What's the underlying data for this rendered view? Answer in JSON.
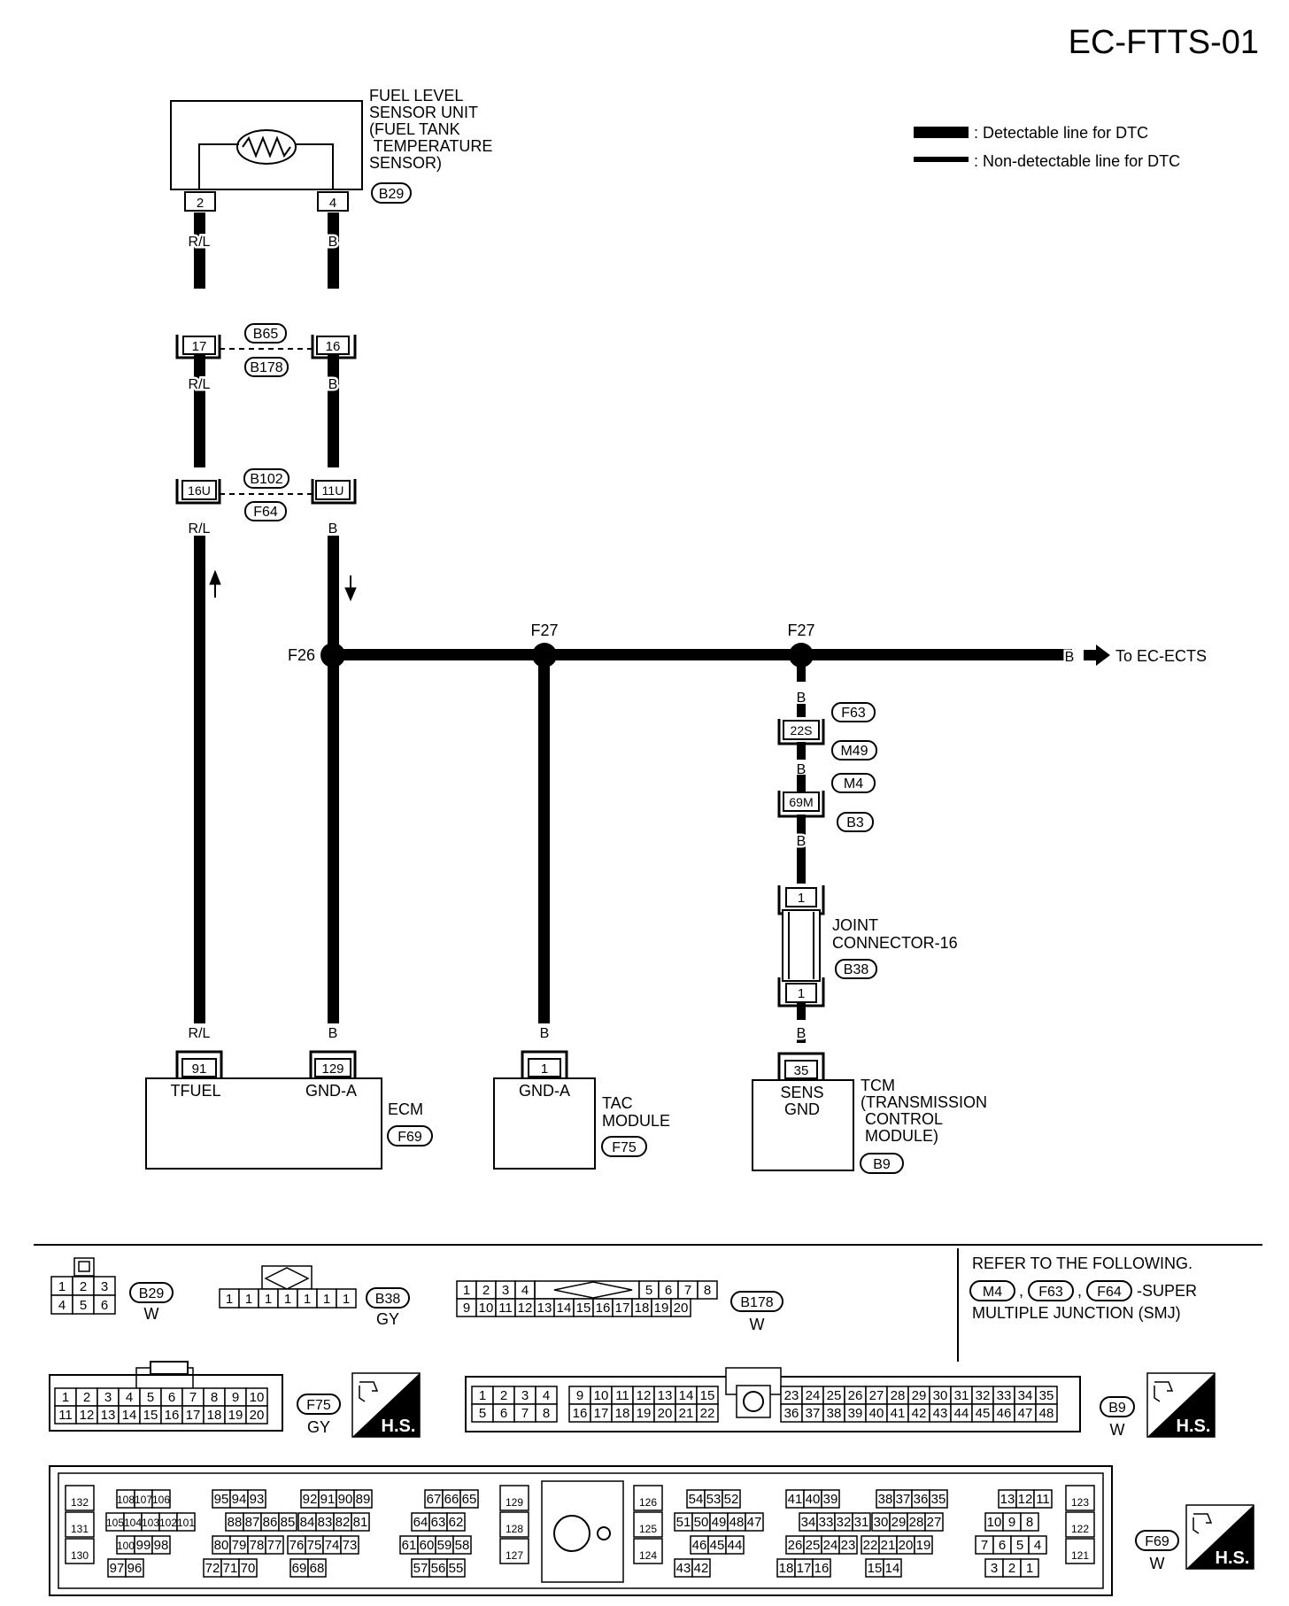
{
  "title": "EC-FTTS-01",
  "legend": {
    "detectable": ": Detectable line for DTC",
    "non_detectable": ": Non-detectable line for DTC"
  },
  "sensor": {
    "name_lines": [
      "FUEL LEVEL",
      "SENSOR UNIT",
      "(FUEL TANK",
      " TEMPERATURE",
      "SENSOR)"
    ],
    "connector": "B29",
    "pins": [
      "2",
      "4"
    ]
  },
  "wire_colors": {
    "left": "R/L",
    "right": "B",
    "ground": "B"
  },
  "inline_connectors": [
    {
      "pins": [
        "17",
        "16"
      ],
      "ids": [
        "B65",
        "B178"
      ]
    },
    {
      "pins": [
        "16U",
        "11U"
      ],
      "ids": [
        "B102",
        "F64"
      ]
    }
  ],
  "splices": {
    "f26": "F26",
    "f27a": "F27",
    "f27b": "F27"
  },
  "to_ects": "To EC-ECTS",
  "tcm_path": {
    "conn1": {
      "pin": "22S",
      "ids": [
        "F63",
        "M49"
      ]
    },
    "conn2": {
      "pin": "69M",
      "ids": [
        "M4",
        "B3"
      ]
    },
    "joint": {
      "lines": [
        "JOINT",
        "CONNECTOR-16"
      ],
      "id": "B38",
      "pins": [
        "1",
        "1"
      ]
    }
  },
  "ecm": {
    "name": "ECM",
    "conn": "F69",
    "pins": [
      "91",
      "129"
    ],
    "terms": [
      "TFUEL",
      "GND-A"
    ]
  },
  "tac": {
    "name_lines": [
      "TAC",
      "MODULE"
    ],
    "conn": "F75",
    "pin": "1",
    "term": "GND-A"
  },
  "tcm": {
    "name_lines": [
      "TCM",
      "(TRANSMISSION",
      " CONTROL",
      " MODULE)"
    ],
    "conn": "B9",
    "pin": "35",
    "term_lines": [
      "SENS",
      "GND"
    ]
  },
  "refer": {
    "line1": "REFER TO THE FOLLOWING.",
    "ids": [
      "M4",
      "F63",
      "F64"
    ],
    "line2_suffix": "-SUPER",
    "line3": "MULTIPLE JUNCTION (SMJ)"
  },
  "connector_views": [
    {
      "id": "B29",
      "color": "W",
      "rows": [
        [
          "1",
          "2",
          "3"
        ],
        [
          "4",
          "5",
          "6"
        ]
      ]
    },
    {
      "id": "B38",
      "color": "GY",
      "rows": [
        [
          "1",
          "1",
          "1",
          "1",
          "1",
          "1",
          "1"
        ]
      ]
    },
    {
      "id": "B178",
      "color": "W",
      "rows": [
        [
          "1",
          "2",
          "3",
          "4",
          "5",
          "6",
          "7",
          "8"
        ],
        [
          "9",
          "10",
          "11",
          "12",
          "13",
          "14",
          "15",
          "16",
          "17",
          "18",
          "19",
          "20"
        ]
      ]
    },
    {
      "id": "F75",
      "color": "GY",
      "rows": [
        [
          "1",
          "2",
          "3",
          "4",
          "5",
          "6",
          "7",
          "8",
          "9",
          "10"
        ],
        [
          "11",
          "12",
          "13",
          "14",
          "15",
          "16",
          "17",
          "18",
          "19",
          "20"
        ]
      ]
    },
    {
      "id": "B9",
      "color": "W",
      "rows": [
        [
          "1",
          "2",
          "3",
          "4",
          "9",
          "10",
          "11",
          "12",
          "13",
          "14",
          "15",
          "23",
          "24",
          "25",
          "26",
          "27",
          "28",
          "29",
          "30",
          "31",
          "32",
          "33",
          "34",
          "35"
        ],
        [
          "5",
          "6",
          "7",
          "8",
          "16",
          "17",
          "18",
          "19",
          "20",
          "21",
          "22",
          "36",
          "37",
          "38",
          "39",
          "40",
          "41",
          "42",
          "43",
          "44",
          "45",
          "46",
          "47",
          "48"
        ]
      ]
    },
    {
      "id": "F69",
      "color": "W"
    }
  ],
  "hs_label": "H.S.",
  "f69_groups": [
    [
      "132",
      "131",
      "130"
    ],
    [
      "108",
      "107",
      "106",
      "105",
      "104",
      "103",
      "102",
      "101",
      "100",
      "99",
      "98",
      "97",
      "96"
    ],
    [
      "95",
      "94",
      "93",
      "92",
      "91",
      "90",
      "89",
      "88",
      "87",
      "86",
      "85",
      "84",
      "83",
      "82",
      "81",
      "80",
      "79",
      "78",
      "77",
      "76",
      "75",
      "74",
      "73",
      "72",
      "71",
      "70",
      "69",
      "68"
    ],
    [
      "67",
      "66",
      "65",
      "64",
      "63",
      "62",
      "61",
      "60",
      "59",
      "58",
      "57",
      "56",
      "55"
    ],
    [
      "129",
      "128",
      "127"
    ],
    [
      "126",
      "125",
      "124"
    ],
    [
      "54",
      "53",
      "52",
      "51",
      "50",
      "49",
      "48",
      "47",
      "46",
      "45",
      "44",
      "43",
      "42"
    ],
    [
      "41",
      "40",
      "39",
      "38",
      "37",
      "36",
      "35",
      "34",
      "33",
      "32",
      "31",
      "30",
      "29",
      "28",
      "27",
      "26",
      "25",
      "24",
      "23",
      "22",
      "21",
      "20",
      "19",
      "18",
      "17",
      "16",
      "15",
      "14"
    ],
    [
      "13",
      "12",
      "11",
      "10",
      "9",
      "8",
      "7",
      "6",
      "5",
      "4",
      "3",
      "2",
      "1"
    ],
    [
      "123",
      "122",
      "121"
    ]
  ]
}
